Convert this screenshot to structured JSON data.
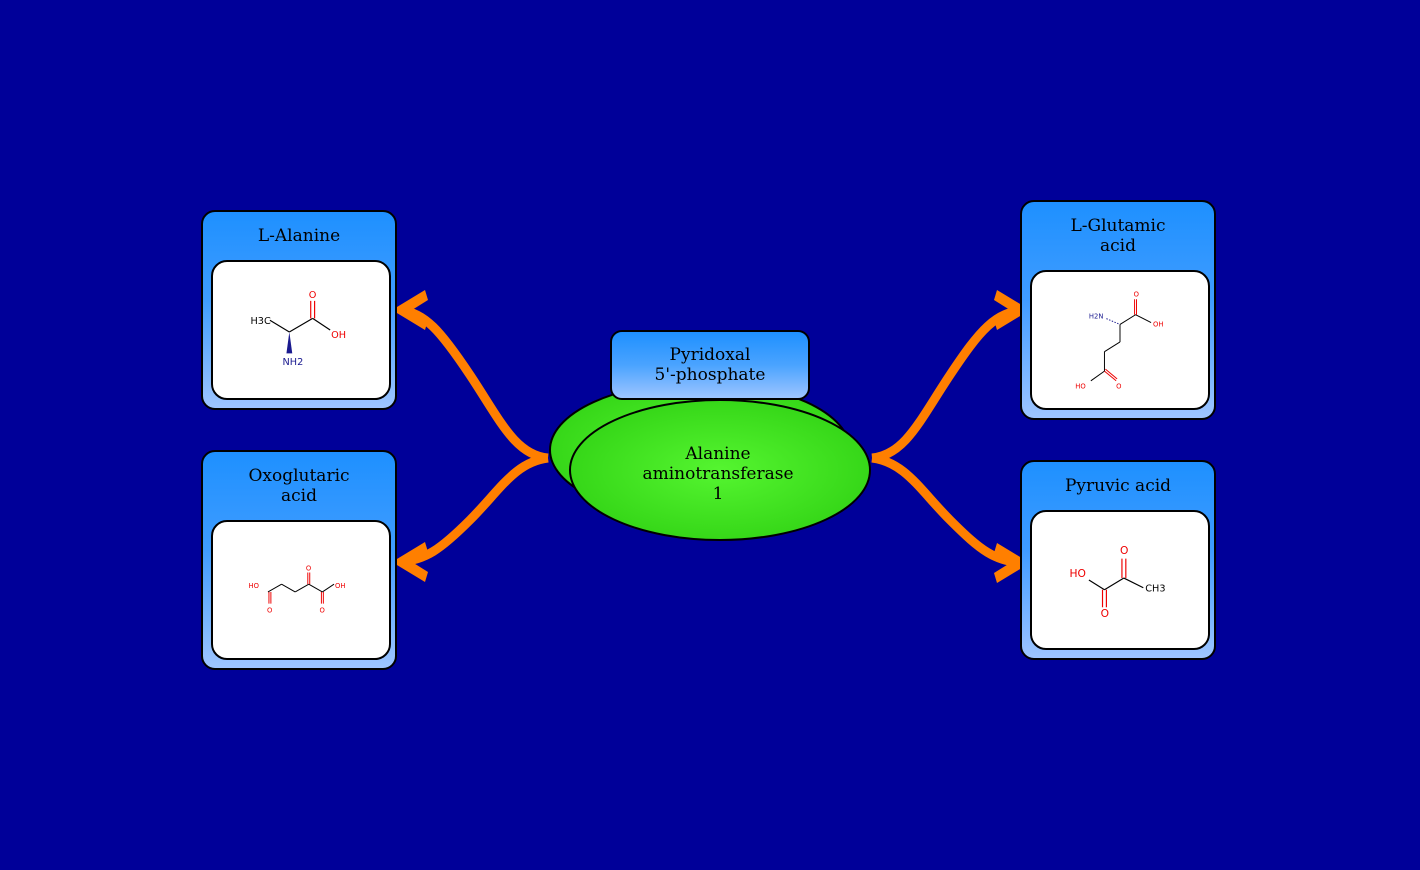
{
  "colors": {
    "background": "#000099",
    "arrow": "#ff7f00",
    "enzyme_fill": "#44ee22",
    "box_top": "#1e90ff",
    "box_bottom": "#9ec5ff"
  },
  "enzyme": {
    "label_line1": "Alanine",
    "label_line2": "aminotransferase",
    "label_line3": "1"
  },
  "cofactor": {
    "line1": "Pyridoxal",
    "line2": "5'-phosphate"
  },
  "compounds": {
    "l_alanine": {
      "title_line1": "L-Alanine",
      "labels": {
        "ch3": "H3C",
        "o": "O",
        "oh": "OH",
        "nh2": "NH2"
      }
    },
    "oxoglutaric": {
      "title_line1": "Oxoglutaric",
      "title_line2": "acid",
      "labels": {
        "ho": "HO",
        "o1": "O",
        "o2": "O",
        "o3": "O",
        "oh": "OH"
      }
    },
    "glutamic": {
      "title_line1": "L-Glutamic",
      "title_line2": "acid",
      "labels": {
        "h2n": "H2N",
        "o1": "O",
        "oh": "OH",
        "ho": "HO",
        "o2": "O"
      }
    },
    "pyruvic": {
      "title_line1": "Pyruvic acid",
      "labels": {
        "ho": "HO",
        "o1": "O",
        "o2": "O",
        "ch3": "CH3"
      }
    }
  }
}
